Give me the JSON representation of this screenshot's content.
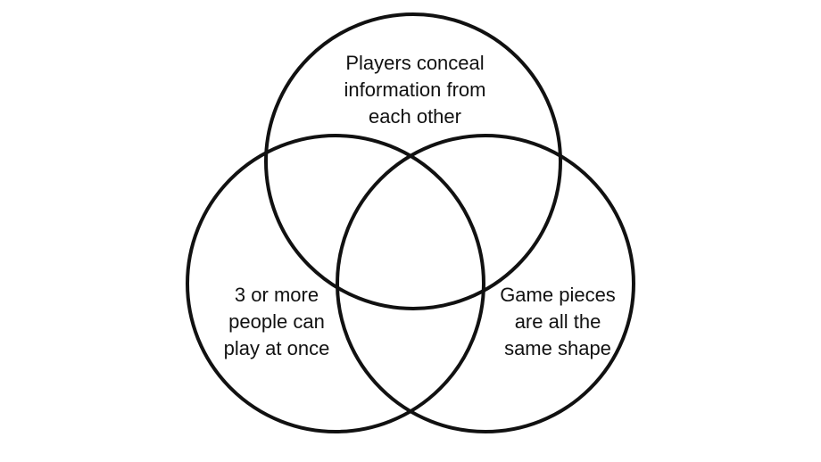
{
  "diagram": {
    "type": "venn",
    "sets": [
      {
        "id": "top",
        "lines": [
          "Players conceal",
          "information from",
          "each other"
        ]
      },
      {
        "id": "left",
        "lines": [
          "3 or more",
          "people can",
          "play at once"
        ]
      },
      {
        "id": "right",
        "lines": [
          "Game pieces",
          "are all the",
          "same shape"
        ]
      }
    ],
    "stroke_color": "#111111",
    "background_color": "#ffffff"
  }
}
